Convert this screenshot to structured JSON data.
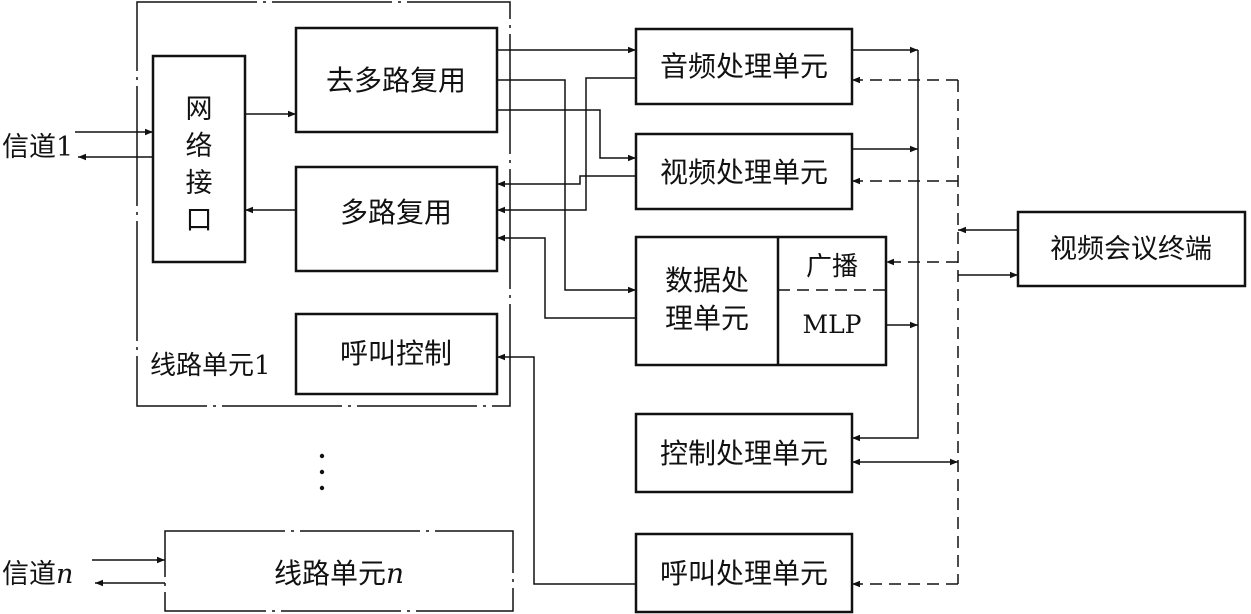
{
  "left": {
    "channel_1": "信道1",
    "channel_n_prefix": "信道",
    "channel_n_suffix": "n",
    "network_interface_chars": [
      "网",
      "络",
      "接",
      "口"
    ],
    "demux": "去多路复用",
    "mux": "多路复用",
    "call_control": "呼叫控制",
    "line_unit_1": "线路单元1",
    "line_unit_n_prefix": "线路单元",
    "line_unit_n_suffix": "n"
  },
  "middle": {
    "audio_unit": "音频处理单元",
    "video_unit": "视频处理单元",
    "data_unit_line1": "数据处",
    "data_unit_line2": "理单元",
    "broadcast": "广播",
    "mlp": "MLP",
    "control_unit": "控制处理单元",
    "call_unit": "呼叫处理单元"
  },
  "right": {
    "terminal": "视频会议终端"
  }
}
